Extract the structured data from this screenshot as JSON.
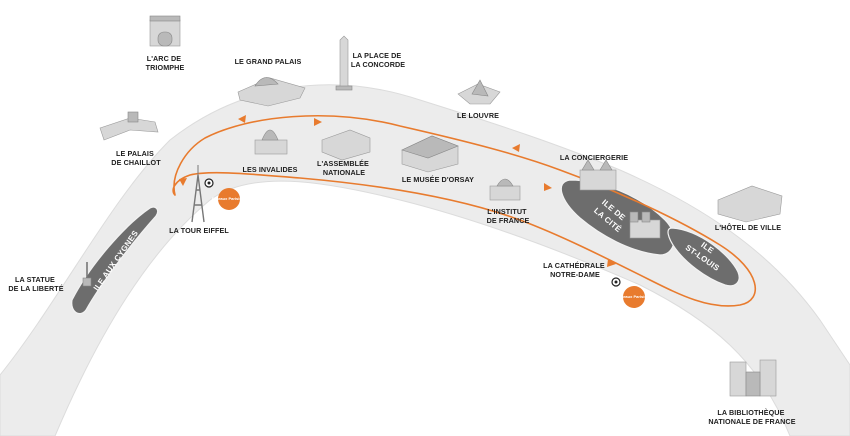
{
  "colors": {
    "river": "#ececec",
    "route": "#e87b2e",
    "island": "#6d6d6d",
    "badge": "#e87b2e",
    "label": "#1e1e1e"
  },
  "landmarks": {
    "arc_de_triomphe": [
      "L'ARC DE",
      "TRIOMPHE"
    ],
    "grand_palais": [
      "LE GRAND PALAIS"
    ],
    "place_concorde": [
      "LA PLACE DE",
      "LA CONCORDE"
    ],
    "louvre": [
      "LE LOUVRE"
    ],
    "palais_chaillot": [
      "LE PALAIS",
      "DE CHAILLOT"
    ],
    "invalides": [
      "LES INVALIDES"
    ],
    "assemblee": [
      "L'ASSEMBLÉE",
      "NATIONALE"
    ],
    "musee_orsay": [
      "LE MUSÉE D'ORSAY"
    ],
    "conciergerie": [
      "LA CONCIERGERIE"
    ],
    "hotel_de_ville": [
      "L'HÔTEL DE VILLE"
    ],
    "institut": [
      "L'INSTITUT",
      "DE FRANCE"
    ],
    "tour_eiffel": [
      "LA TOUR EIFFEL"
    ],
    "statue_liberte": [
      "LA STATUE",
      "DE LA LIBERTÉ"
    ],
    "notre_dame": [
      "LA CATHÉDRALE",
      "NOTRE-DAME"
    ],
    "bibliotheque": [
      "LA BIBLIOTHÈQUE",
      "NATIONALE DE FRANCE"
    ]
  },
  "islands": {
    "cygnes": "ILE AUX CYGNES",
    "cite": [
      "ILE DE",
      "LA CITÉ"
    ],
    "saint_louis": [
      "ILE",
      "ST-LOUIS"
    ]
  },
  "stops": {
    "eiffel": "Bateaux Parisiens",
    "notre_dame": "Bateaux Parisiens"
  }
}
